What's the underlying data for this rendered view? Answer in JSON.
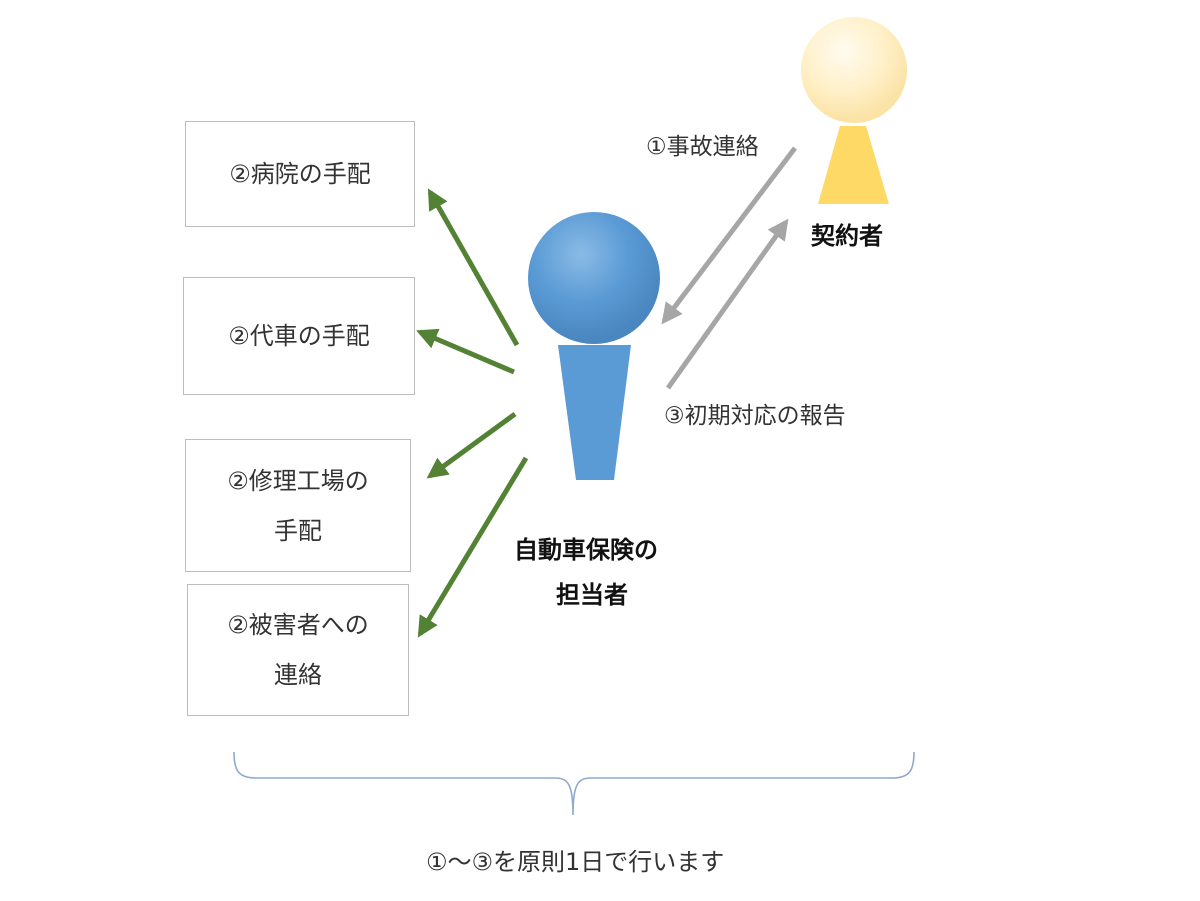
{
  "boxes": [
    {
      "lines": [
        "②病院の手配"
      ]
    },
    {
      "lines": [
        "②代車の手配"
      ]
    },
    {
      "lines": [
        "②修理工場の",
        "手配"
      ]
    },
    {
      "lines": [
        "②被害者への",
        "連絡"
      ]
    }
  ],
  "agent": {
    "label_line1": "自動車保険の",
    "label_line2": "担当者",
    "color": "#5b9bd5"
  },
  "contractor": {
    "label": "契約者",
    "color": "#ffd966"
  },
  "arrows": {
    "accident_report": "①事故連絡",
    "initial_report": "③初期対応の報告"
  },
  "footer": "①～③を原則1日で行います",
  "colors": {
    "green_arrow": "#548235",
    "gray_arrow": "#a6a6a6",
    "brace": "#8eaac8"
  }
}
